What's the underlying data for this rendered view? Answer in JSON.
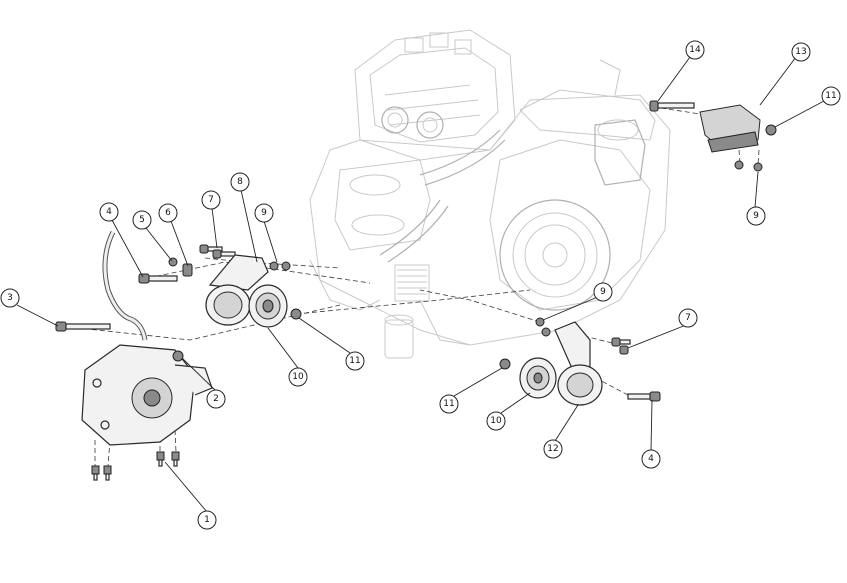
{
  "callouts": [
    {
      "id": "c1",
      "label": "1"
    },
    {
      "id": "c2",
      "label": "2"
    },
    {
      "id": "c3",
      "label": "3"
    },
    {
      "id": "c4a",
      "label": "4"
    },
    {
      "id": "c4b",
      "label": "4"
    },
    {
      "id": "c5",
      "label": "5"
    },
    {
      "id": "c6",
      "label": "6"
    },
    {
      "id": "c7a",
      "label": "7"
    },
    {
      "id": "c7b",
      "label": "7"
    },
    {
      "id": "c8",
      "label": "8"
    },
    {
      "id": "c9a",
      "label": "9"
    },
    {
      "id": "c9b",
      "label": "9"
    },
    {
      "id": "c9c",
      "label": "9"
    },
    {
      "id": "c10a",
      "label": "10"
    },
    {
      "id": "c10b",
      "label": "10"
    },
    {
      "id": "c11a",
      "label": "11"
    },
    {
      "id": "c11b",
      "label": "11"
    },
    {
      "id": "c11c",
      "label": "11"
    },
    {
      "id": "c12",
      "label": "12"
    },
    {
      "id": "c13",
      "label": "13"
    },
    {
      "id": "c14",
      "label": "14"
    }
  ]
}
